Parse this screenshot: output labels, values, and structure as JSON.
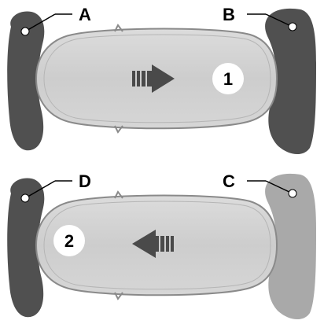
{
  "callouts": {
    "a": "A",
    "b": "B",
    "c": "C",
    "d": "D"
  },
  "steps": {
    "first": "1",
    "second": "2"
  },
  "colors": {
    "zone_active": "#505050",
    "zone_inactive": "#a9a9a9",
    "vehicle_body": "#cfcfcf",
    "vehicle_outline": "#8a8a8a",
    "arrow_fill": "#4a4a4a"
  },
  "arrows": {
    "top": "right",
    "bottom": "left"
  }
}
